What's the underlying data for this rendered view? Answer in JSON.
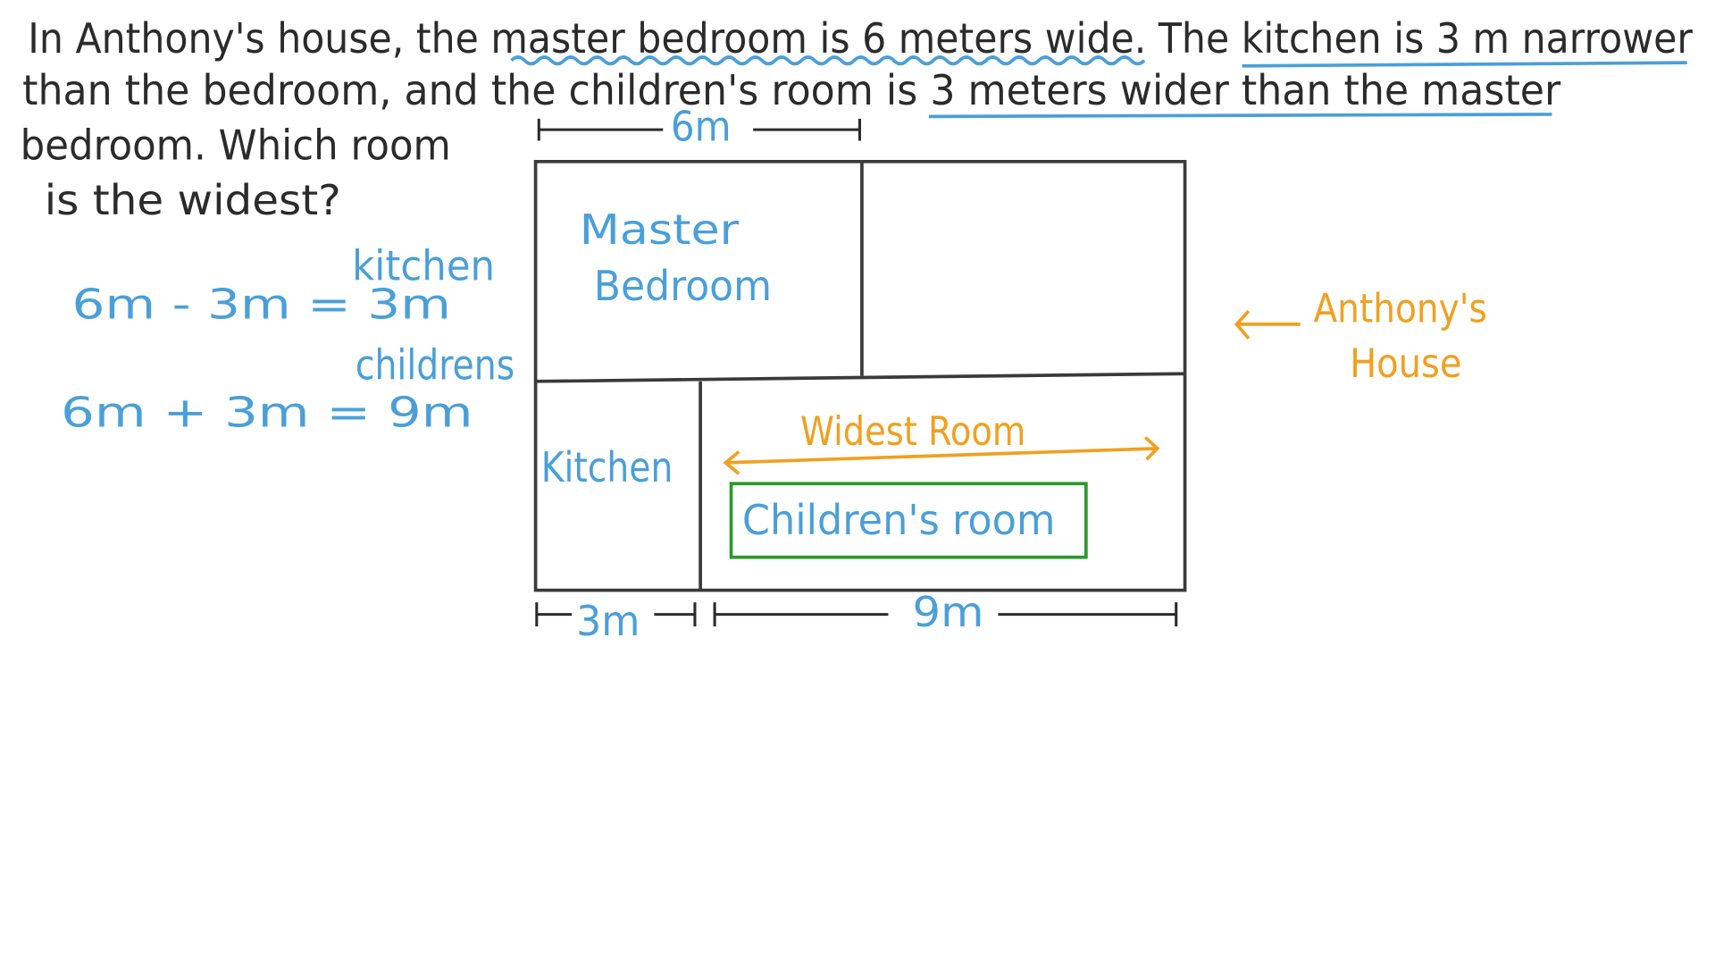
{
  "question": {
    "line1": "In Anthony's house, the master bedroom is 6 meters wide. The kitchen is 3 m narrower",
    "line2": "than the bedroom, and the children's room is 3 meters wider than the master",
    "line3": "bedroom. Which room",
    "line4": "is the widest?"
  },
  "work": {
    "kitchen_label": "kitchen",
    "kitchen_eq": "6m - 3m = 3m",
    "childrens_label": "childrens",
    "childrens_eq": "6m + 3m = 9m"
  },
  "diagram": {
    "top_dim": "6m",
    "master_line1": "Master",
    "master_line2": "Bedroom",
    "kitchen": "Kitchen",
    "widest": "Widest Room",
    "childrens_room": "Children's room",
    "bottom_dim_left": "3m",
    "bottom_dim_right": "9m",
    "house_label_line1": "Anthony's",
    "house_label_line2": "House"
  },
  "colors": {
    "ink": "#2b2b2b",
    "blue": "#4a9fd8",
    "orange": "#f0a020",
    "green": "#2a9a2a"
  }
}
